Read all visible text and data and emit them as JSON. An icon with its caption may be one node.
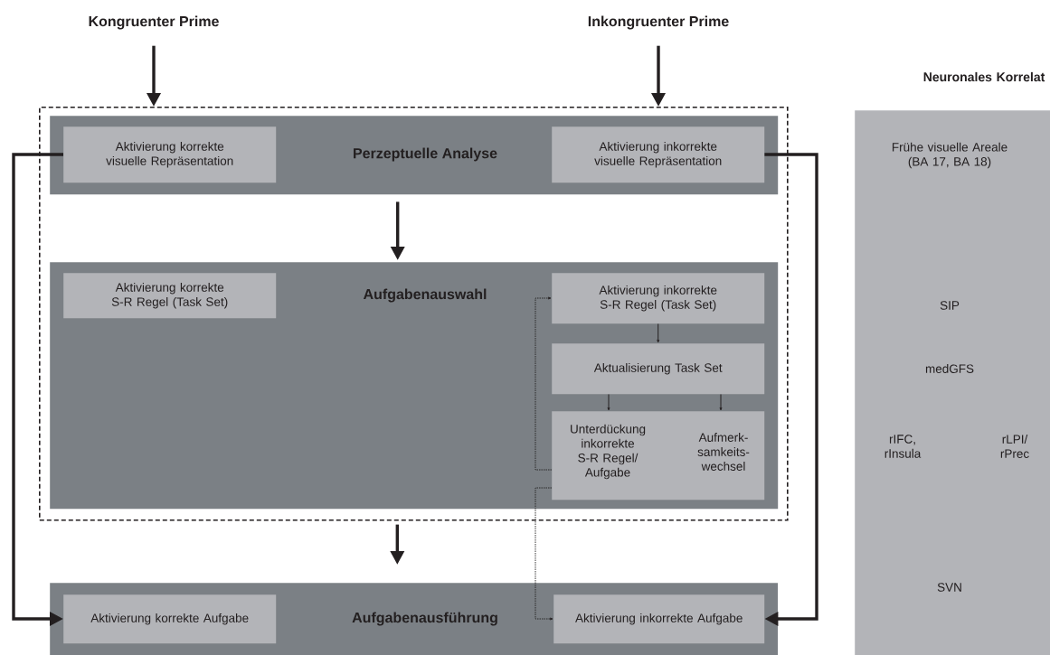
{
  "diagram": {
    "nodes": [
      {
        "text": [
          "Kongruenter Prime"
        ]
      },
      {
        "text": [
          "Inkongruenter Prime"
        ]
      },
      {
        "text": [],
        "shape": "box"
      },
      {
        "text": [
          "Perzeptuelle Analyse"
        ],
        "in": 2
      },
      {
        "text": [
          "Aktivierung korrekte visuelle Repräsentation"
        ],
        "in": 3
      },
      {
        "text": [
          "Aktivierung inkorrekte visuelle Repräsentation"
        ],
        "in": 3
      },
      {
        "text": [
          "Aufgabenauswahl"
        ],
        "in": 2
      },
      {
        "text": [
          "Aktivierung korrekte S-R Regel (Task Set)"
        ],
        "in": 6
      },
      {
        "text": [
          "Aktivierung inkorrekte S-R Regel (Task Set)"
        ],
        "in": 6
      },
      {
        "text": [
          "Aktualisierung Task Set"
        ],
        "in": 6
      },
      {
        "text": [
          "Unterdückung inkorrekte S-R Regel/ Aufgabe",
          "Aufmerk- samkeits- wechsel"
        ],
        "in": 6
      },
      {
        "text": [
          "Aufgabenausführung"
        ]
      },
      {
        "text": [
          "Aktivierung korrekte Aufgabe"
        ],
        "in": 11
      },
      {
        "text": [
          "Aktivierung inkorrekte Aufgabe"
        ],
        "in": 11
      },
      {
        "text": [
          "Neuronales Korrelat",
          "Frühe visuelle Areale (BA 17, BA 18)",
          "SIP",
          "medGFS",
          "rIFC, rInsula",
          "rLPI/ rPrec",
          "SVN"
        ]
      }
    ],
    "edges": [
      {
        "from": 0,
        "to": 2,
        "arrow": "to"
      },
      {
        "from": 1,
        "to": 2,
        "arrow": "to"
      },
      {
        "from": 3,
        "to": 6,
        "arrow": "to"
      },
      {
        "from": 2,
        "to": 11,
        "arrow": "to"
      },
      {
        "from": 4,
        "to": 12,
        "arrow": "to"
      },
      {
        "from": 5,
        "to": 13,
        "arrow": "to"
      },
      {
        "from": 8,
        "to": 9,
        "arrow": "to"
      },
      {
        "from": 9,
        "to": 10,
        "arrow": "to"
      },
      {
        "from": 9,
        "to": 10,
        "arrow": "to"
      },
      {
        "from": 10,
        "to": 8,
        "arrow": "to",
        "style": "dashed"
      },
      {
        "from": 10,
        "to": 13,
        "arrow": "to",
        "style": "dashed"
      }
    ]
  }
}
